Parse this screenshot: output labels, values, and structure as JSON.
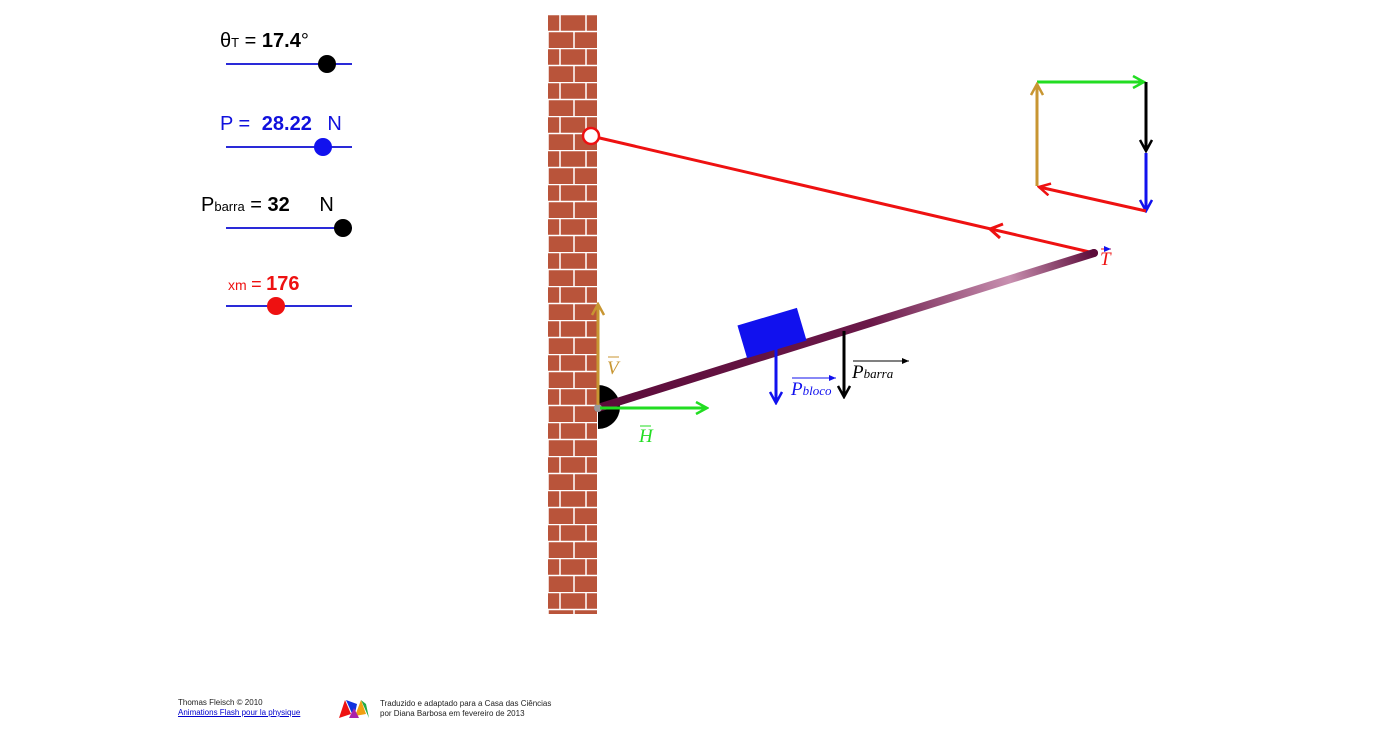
{
  "controls": {
    "theta": {
      "symbol": "θ",
      "sub": "T",
      "eq": "=",
      "value": "17.4",
      "unit": "°",
      "fraction": 0.8,
      "label_color": "#000000",
      "knob_color": "#000000"
    },
    "peso": {
      "symbol": "P",
      "eq": "=",
      "value": "28.22",
      "unit": "N",
      "fraction": 0.77,
      "label_color": "#1111dd",
      "knob_color": "#1111ee"
    },
    "pbarra": {
      "symbol": "P",
      "sub": "barra",
      "eq": "=",
      "value": "32",
      "unit": "N",
      "fraction": 0.93,
      "label_color": "#000000",
      "knob_color": "#000000"
    },
    "xm": {
      "symbol": "xm",
      "eq": "=",
      "value": "176",
      "fraction": 0.4,
      "label_color": "#ee1111",
      "knob_color": "#ee1111"
    }
  },
  "vectors": {
    "V": {
      "label": "V",
      "color": "#c89632"
    },
    "H": {
      "label": "H",
      "color": "#22dd22"
    },
    "T": {
      "label": "T",
      "color": "#ee1111"
    },
    "P_bloco": {
      "label": "P",
      "sub": "bloco",
      "color": "#1111ee"
    },
    "P_barra": {
      "label": "P",
      "sub": "barra",
      "color": "#000000"
    }
  },
  "colors": {
    "wall_brick": "#b9543a",
    "mortar": "#ffffff",
    "bar": "#5c0c3a",
    "bar_highlight": "#c890b0",
    "rope": "#ee1111",
    "block": "#1111ee"
  },
  "footer": {
    "author": "Thomas Fleisch © 2010",
    "link": "Animations Flash pour la physique",
    "credit_line1": "Traduzido e adaptado para a Casa das Ciências",
    "credit_line2": "por Diana Barbosa em fevereiro de 2013"
  }
}
